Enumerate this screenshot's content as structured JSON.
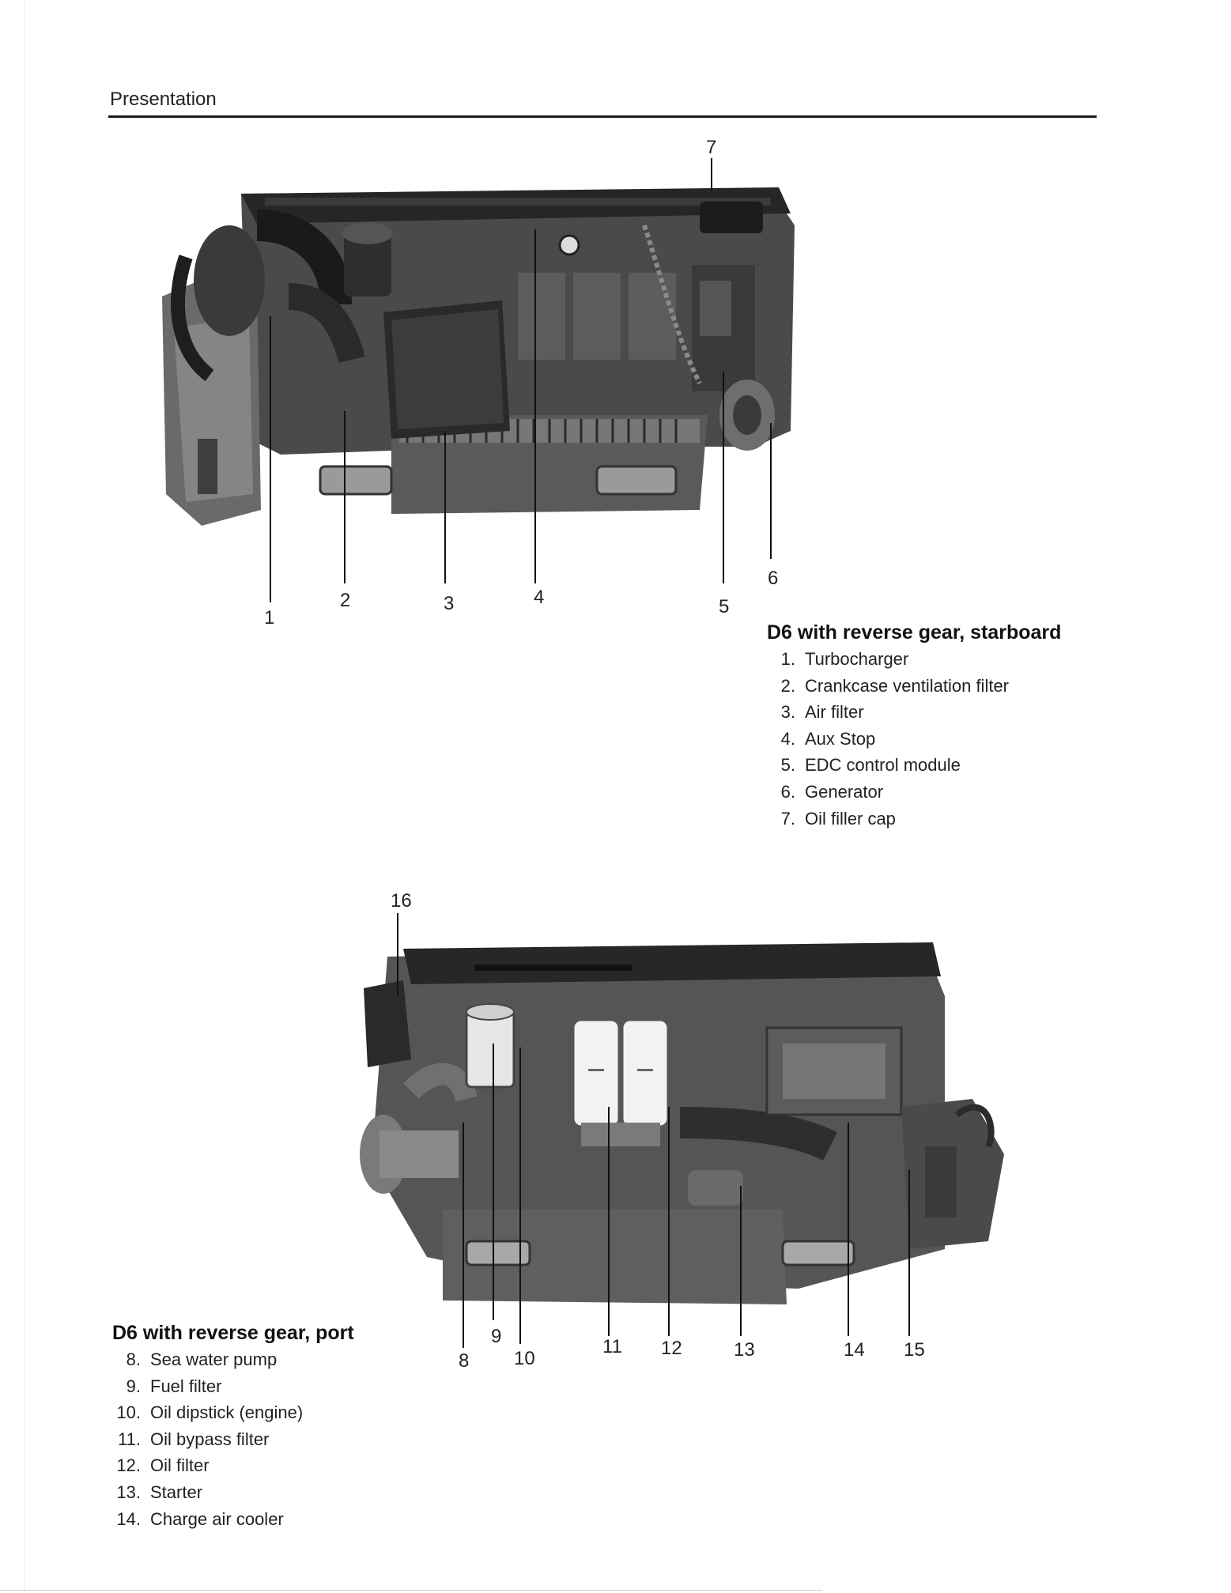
{
  "header": {
    "title": "Presentation"
  },
  "figure_starboard": {
    "image_description_name": "engine-starboard-photo",
    "callouts": [
      "1",
      "2",
      "3",
      "4",
      "5",
      "6",
      "7"
    ],
    "caption": {
      "title": "D6 with reverse gear, starboard",
      "items": [
        {
          "num": "1.",
          "label": "Turbocharger"
        },
        {
          "num": "2.",
          "label": "Crankcase ventilation filter"
        },
        {
          "num": "3.",
          "label": "Air filter"
        },
        {
          "num": "4.",
          "label": "Aux Stop"
        },
        {
          "num": "5.",
          "label": "EDC control module"
        },
        {
          "num": "6.",
          "label": "Generator"
        },
        {
          "num": "7.",
          "label": "Oil filler cap"
        }
      ]
    }
  },
  "figure_port": {
    "callouts": [
      "16",
      "8",
      "9",
      "10",
      "11",
      "12",
      "13",
      "14",
      "15"
    ],
    "caption": {
      "title": "D6 with reverse gear, port",
      "items": [
        {
          "num": "8.",
          "label": "Sea water pump"
        },
        {
          "num": "9.",
          "label": "Fuel filter"
        },
        {
          "num": "10.",
          "label": "Oil dipstick (engine)"
        },
        {
          "num": "11.",
          "label": "Oil bypass filter"
        },
        {
          "num": "12.",
          "label": "Oil filter"
        },
        {
          "num": "13.",
          "label": "Starter"
        },
        {
          "num": "14.",
          "label": "Charge air cooler"
        }
      ]
    }
  },
  "colors": {
    "text": "#111111",
    "rule": "#1a1a1a",
    "engine_dark": "#2b2b2b",
    "engine_mid": "#6b6b6b",
    "engine_light": "#bdbdbd",
    "filter_white": "#f2f2f2"
  }
}
